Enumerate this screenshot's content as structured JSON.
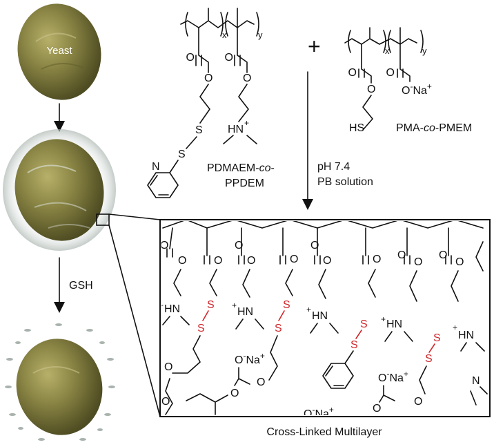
{
  "labels": {
    "yeast": "Yeast",
    "gsh": "GSH",
    "plus": "+",
    "polymer1_line1": "PDMAEM-",
    "polymer1_italic": "co",
    "polymer1_line1_end": "-",
    "polymer1_line2": "PPDEM",
    "polymer2_pre": "PMA-",
    "polymer2_italic": "co",
    "polymer2_post": "-PMEM",
    "condition_line1": "pH 7.4",
    "condition_line2": "PB solution",
    "multilayer_caption": "Cross-Linked Multilayer",
    "subscript_x": "x",
    "subscript_y": "y",
    "atom_O": "O",
    "atom_S": "S",
    "atom_N": "N",
    "atom_HN": "HN",
    "atom_HS": "HS",
    "plus_sign": "+",
    "O_minus": "O",
    "minus": "-",
    "Na": "Na",
    "N_pyridine": "N"
  },
  "colors": {
    "disulfide": "#d0262a",
    "yeast_body": "#7d7a3a",
    "shell": "#a9b3ad"
  }
}
